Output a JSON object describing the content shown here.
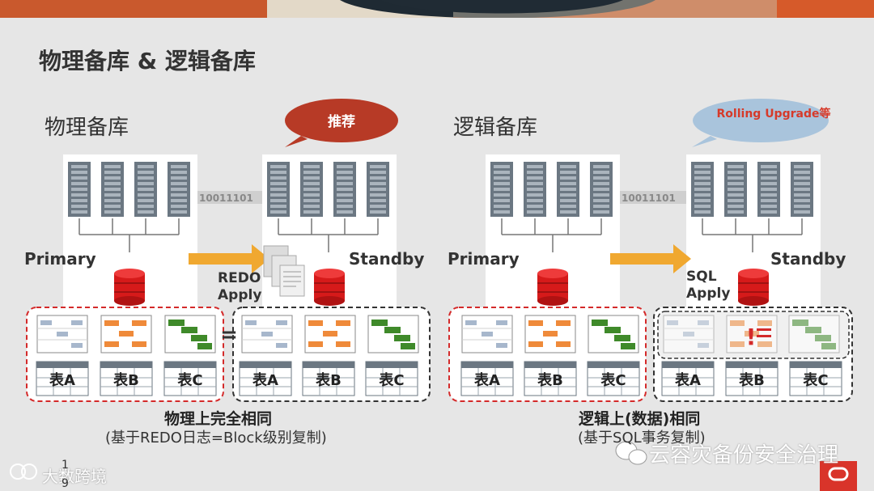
{
  "title": "物理备库 & 逻辑备库",
  "left": {
    "heading": "物理备库",
    "bubble": "推荐",
    "bits": "10011101",
    "primary": "Primary",
    "standby": "Standby",
    "apply_l1": "REDO",
    "apply_l2": "Apply",
    "equals": "=",
    "tables": [
      "表A",
      "表B",
      "表C"
    ],
    "caption1": "物理上完全相同",
    "caption2": "(基于REDO日志=Block级别复制)"
  },
  "right": {
    "heading": "逻辑备库",
    "bubble": "Rolling Upgrade等",
    "bits": "10011101",
    "primary": "Primary",
    "standby": "Standby",
    "apply_l1": "SQL",
    "apply_l2": "Apply",
    "tables": [
      "表A",
      "表B",
      "表C"
    ],
    "caption1": "逻辑上(数据)相同",
    "caption2": "(基于SQL事务复制)"
  },
  "footer": {
    "watermark_right": "云容灾备份安全治理",
    "watermark_left": "大数跨境",
    "page_top": "1",
    "page_bottom": "9"
  },
  "colors": {
    "accent_red": "#c0392b",
    "arrow": "#f0a830",
    "bubble_blue": "#a9c4dc",
    "database": "#d61a1a"
  }
}
